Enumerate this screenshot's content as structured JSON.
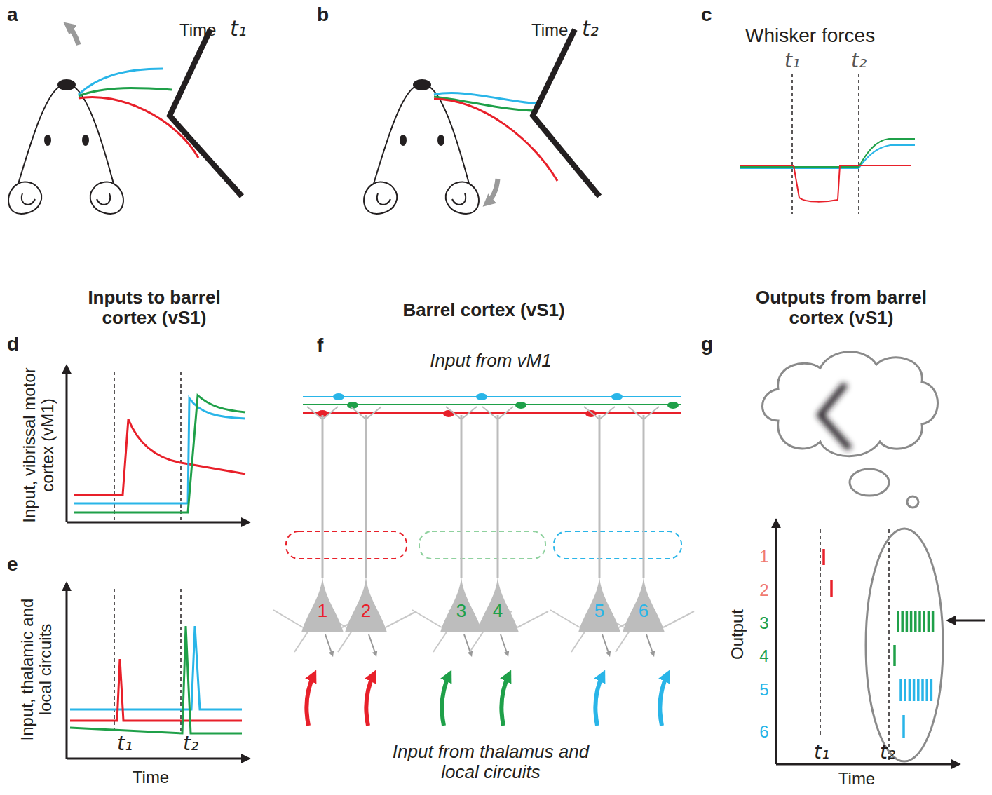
{
  "diagram": {
    "nodes": [
      {
        "text": [
          "1"
        ]
      },
      {
        "text": [
          "2"
        ]
      },
      {
        "text": [
          "3"
        ]
      },
      {
        "text": [
          "4"
        ]
      },
      {
        "text": [
          "5"
        ]
      },
      {
        "text": [
          "6"
        ]
      }
    ],
    "labels": [
      "a",
      "Time",
      "t₁",
      "b",
      "Time",
      "t₂",
      "c",
      "Whisker forces",
      "t₁",
      "t₂",
      "Inputs to barrel cortex (vS1)",
      "d",
      "Input, vibrissal motor cortex (vM1)",
      "e",
      "Input, thalamic and local circuits",
      "t₁",
      "t₂",
      "Time",
      "Barrel cortex (vS1)",
      "f",
      "Input from vM1",
      "Input from thalamus and local circuits",
      "Outputs from barrel cortex (vS1)",
      "g",
      "1",
      "2",
      "3",
      "4",
      "5",
      "6",
      "Output",
      "t₁",
      "t₂",
      "Time"
    ]
  }
}
